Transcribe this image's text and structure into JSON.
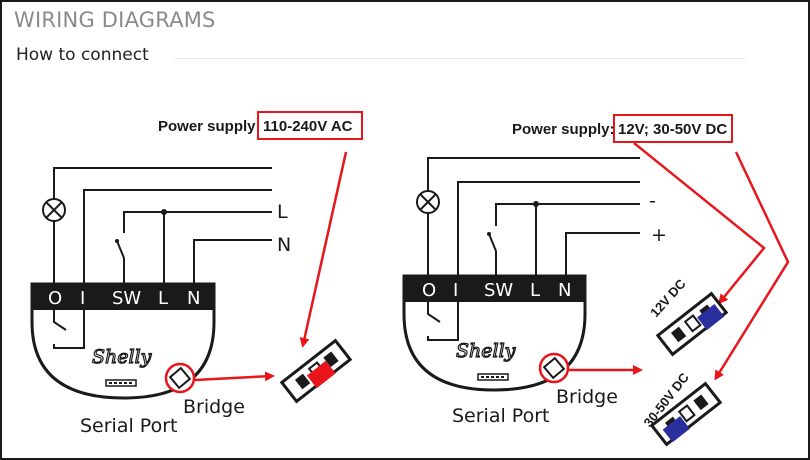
{
  "header": {
    "section_title": "WIRING DIAGRAMS",
    "subtitle": "How to connect"
  },
  "colors": {
    "highlight_red": "#e8151b",
    "module_black": "#1a1a1a",
    "jumper_blue": "#2b2f9e"
  },
  "diagram_ac": {
    "supply_label": "Power supply:",
    "supply_value": "110-240V AC",
    "terminals": [
      "O",
      "I",
      "SW",
      "L",
      "N"
    ],
    "line_labels": [
      "L",
      "N"
    ],
    "logo": "Shelly",
    "serial_port_label": "Serial Port",
    "bridge_label": "Bridge"
  },
  "diagram_dc": {
    "supply_label": "Power supply:",
    "supply_value": "12V; 30-50V DC",
    "terminals": [
      "O",
      "I",
      "SW",
      "L",
      "N"
    ],
    "line_labels": [
      "-",
      "+"
    ],
    "logo": "Shelly",
    "serial_port_label": "Serial Port",
    "bridge_label": "Bridge",
    "jumper_12v_label": "12V DC",
    "jumper_30_50v_label": "30-50V DC"
  }
}
